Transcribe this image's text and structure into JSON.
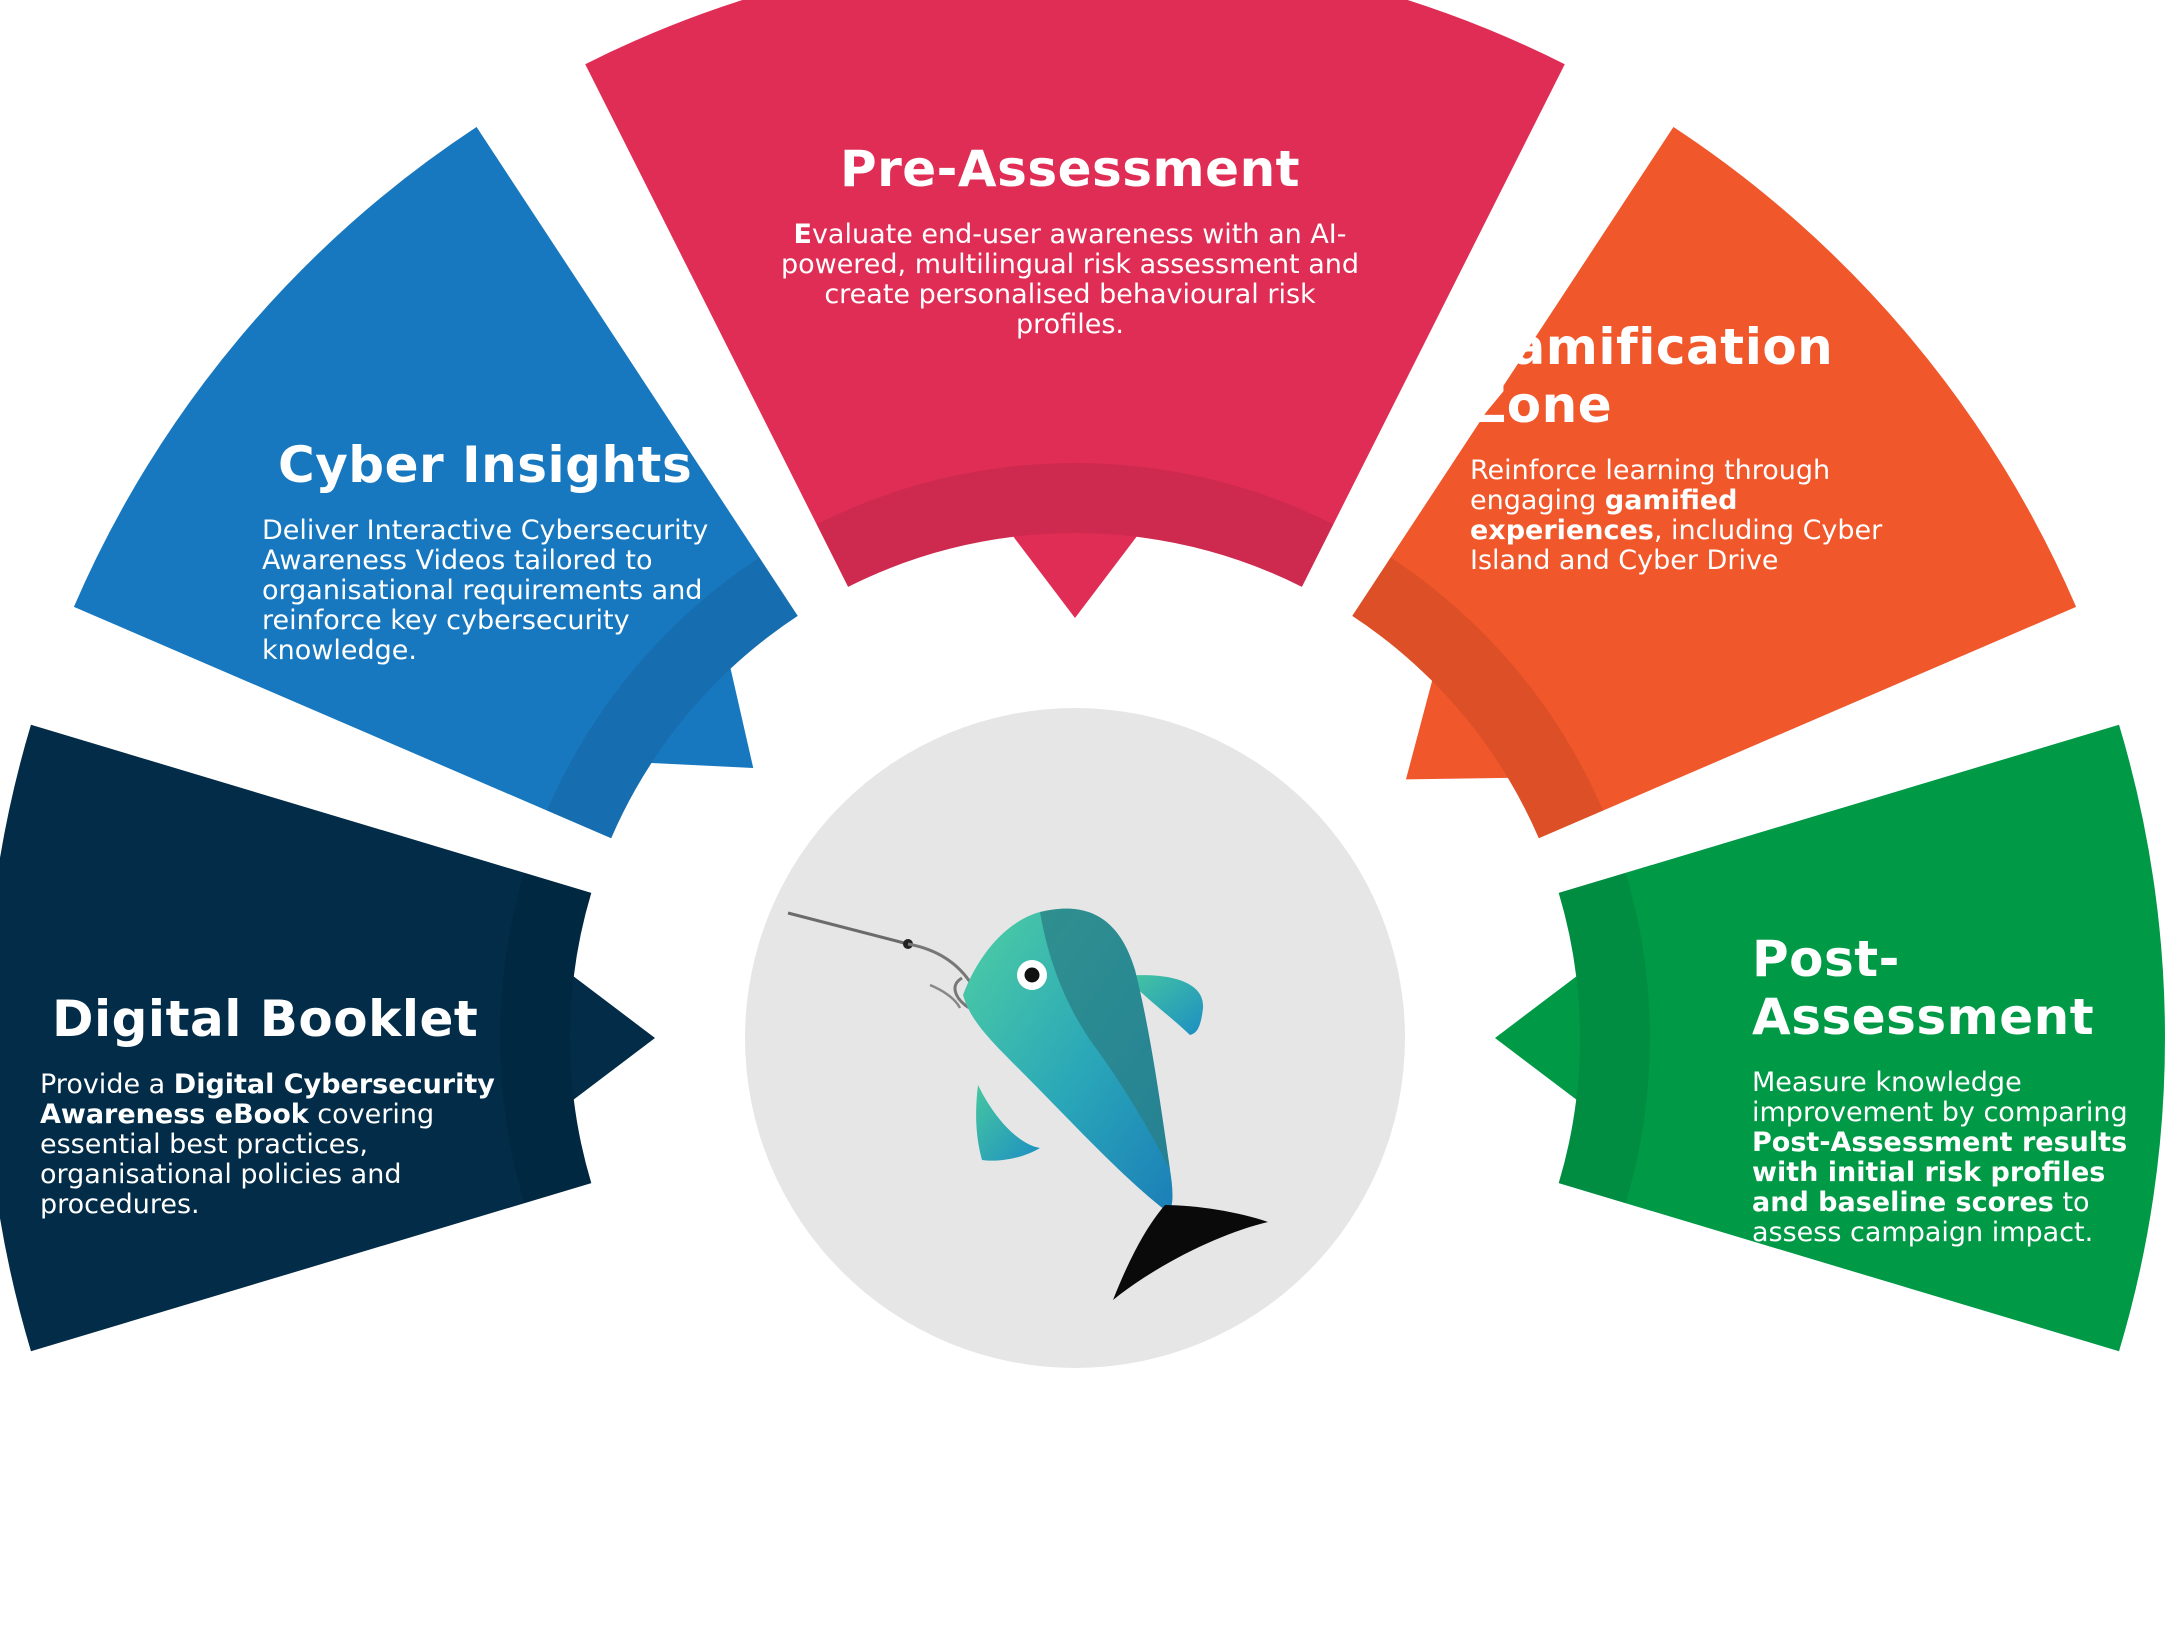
{
  "segments": [
    {
      "id": "digital-booklet",
      "title": "Digital Booklet",
      "desc": [
        {
          "t": "Provide a "
        },
        {
          "t": "Digital Cybersecurity Awareness eBook",
          "b": true
        },
        {
          "t": " covering essential best practices, organisational policies and procedures."
        }
      ]
    },
    {
      "id": "cyber-insights",
      "title": "Cyber Insights",
      "desc": [
        {
          "t": "Deliver Interactive Cybersecurity Awareness Videos tailored to organisational requirements and reinforce key cybersecurity knowledge."
        }
      ]
    },
    {
      "id": "pre-assessment",
      "title": "Pre-Assessment",
      "desc": [
        {
          "t": "E",
          "b": true
        },
        {
          "t": "valuate end-user awareness with an AI-powered, multilingual risk assessment and create personalised behavioural risk profiles."
        }
      ]
    },
    {
      "id": "gamification-zone",
      "title": "Gamification Zone",
      "desc": [
        {
          "t": "Reinforce learning through engaging "
        },
        {
          "t": "gamified experiences",
          "b": true
        },
        {
          "t": ", including Cyber Island and Cyber Drive"
        }
      ]
    },
    {
      "id": "post-assessment",
      "title": "Post-Assessment",
      "desc": [
        {
          "t": "Measure knowledge improvement by comparing "
        },
        {
          "t": "Post-Assessment results with initial risk profiles and baseline scores",
          "b": true
        },
        {
          "t": " to assess campaign impact."
        }
      ]
    }
  ],
  "colors": {
    "digital-booklet": "#022c47",
    "cyber-insights": "#1878bf",
    "pre-assessment": "#e02d55",
    "gamification-zone": "#f0572b",
    "post-assessment": "#009a47",
    "center": "#e6e6e6"
  },
  "center_icon": "fish-on-hook-icon"
}
